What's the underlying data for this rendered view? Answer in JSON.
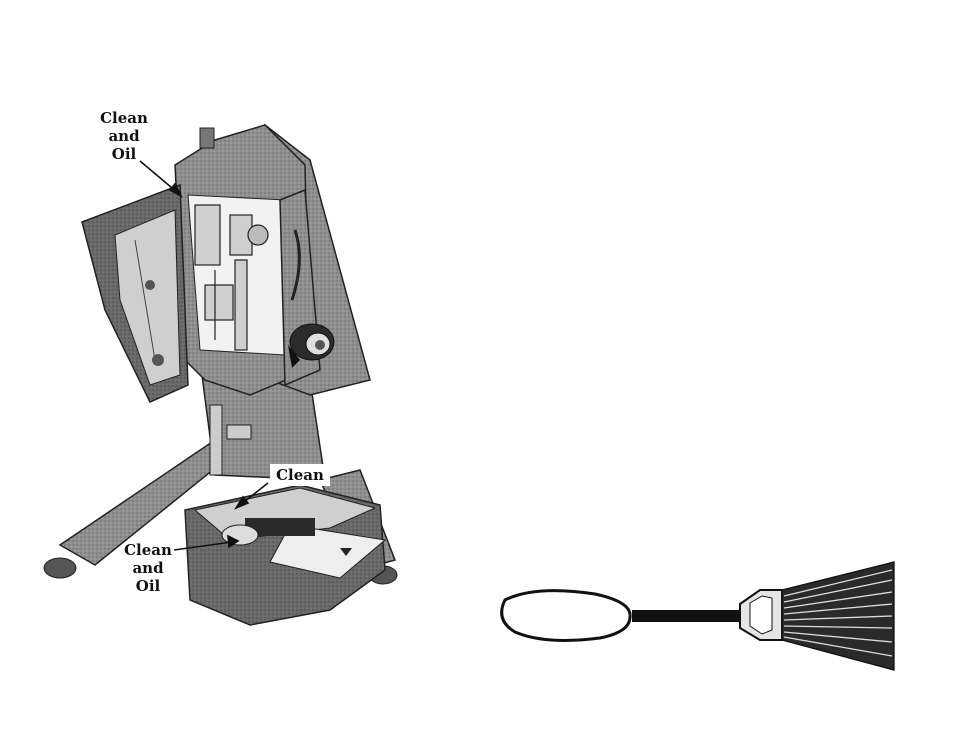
{
  "labels": {
    "top": {
      "line1": "Clean",
      "line2": "and",
      "line3": "Oil"
    },
    "clean": "Clean",
    "bottom": {
      "line1": "Clean",
      "line2": "and",
      "line3": "Oil"
    }
  },
  "illustrations": {
    "machine": "sewing-machine-head-open-side-cover",
    "brush": "lint-brush"
  },
  "colors": {
    "ink": "#111111",
    "body_gray": "#8a8a8a",
    "dark_gray": "#555555",
    "paper": "#ffffff"
  }
}
